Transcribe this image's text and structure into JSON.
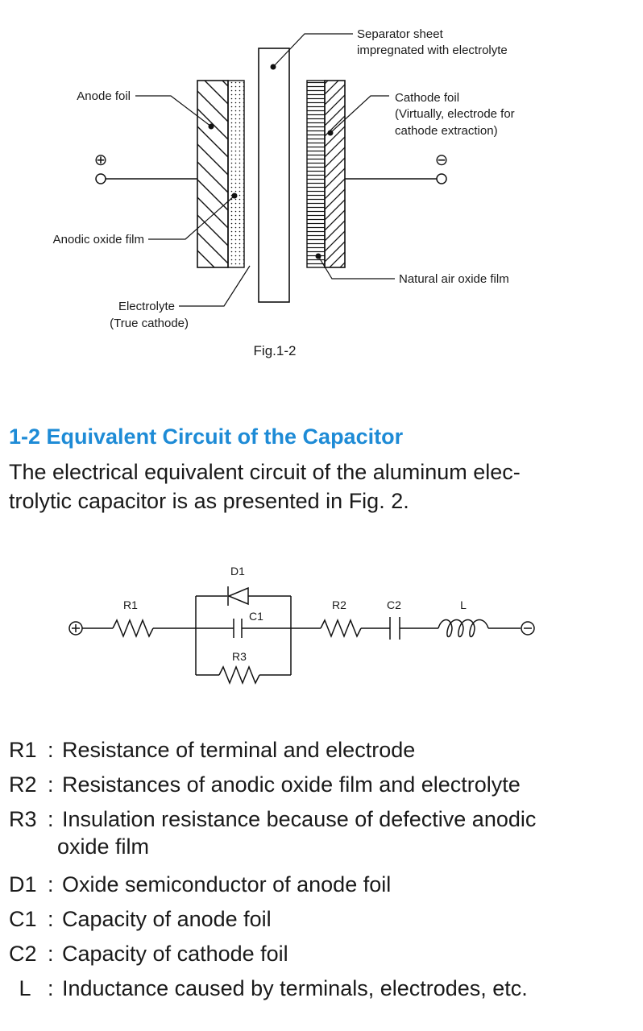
{
  "figure1": {
    "labels": {
      "separator_line1": "Separator sheet",
      "separator_line2": "impregnated with electrolyte",
      "anode_foil": "Anode foil",
      "cathode_foil_line1": "Cathode foil",
      "cathode_foil_line2": "(Virtually, electrode for",
      "cathode_foil_line3": "cathode extraction)",
      "anodic_oxide_film": "Anodic oxide film",
      "natural_air_oxide_film": "Natural air oxide film",
      "electrolyte_line1": "Electrolyte",
      "electrolyte_line2": "(True cathode)",
      "plus_sign": "⊕",
      "minus_sign": "⊖"
    },
    "caption": "Fig.1-2"
  },
  "section": {
    "heading": "1-2  Equivalent Circuit of the Capacitor",
    "intro_line1": "The electrical equivalent circuit of the aluminum elec-",
    "intro_line2": "trolytic capacitor is as presented in Fig. 2."
  },
  "circuit": {
    "labels": {
      "D1": "D1",
      "R1": "R1",
      "C1": "C1",
      "R3": "R3",
      "R2": "R2",
      "C2": "C2",
      "L": "L",
      "plus": "⊕",
      "minus": "⊖"
    }
  },
  "legend": [
    {
      "symbol": "R1",
      "colon": ":",
      "text": "Resistance of terminal and electrode"
    },
    {
      "symbol": "R2",
      "colon": ":",
      "text": "Resistances of anodic oxide film and electrolyte"
    },
    {
      "symbol": "R3",
      "colon": ":",
      "text": "Insulation resistance because of defective anodic",
      "continuation": "oxide film"
    },
    {
      "symbol": "D1",
      "colon": ":",
      "text": "Oxide semiconductor of anode foil"
    },
    {
      "symbol": "C1",
      "colon": ":",
      "text": "Capacity of anode foil"
    },
    {
      "symbol": "C2",
      "colon": ":",
      "text": "Capacity of cathode foil"
    },
    {
      "symbol": "L",
      "colon": ":",
      "text": "Inductance caused by terminals, electrodes, etc."
    }
  ]
}
